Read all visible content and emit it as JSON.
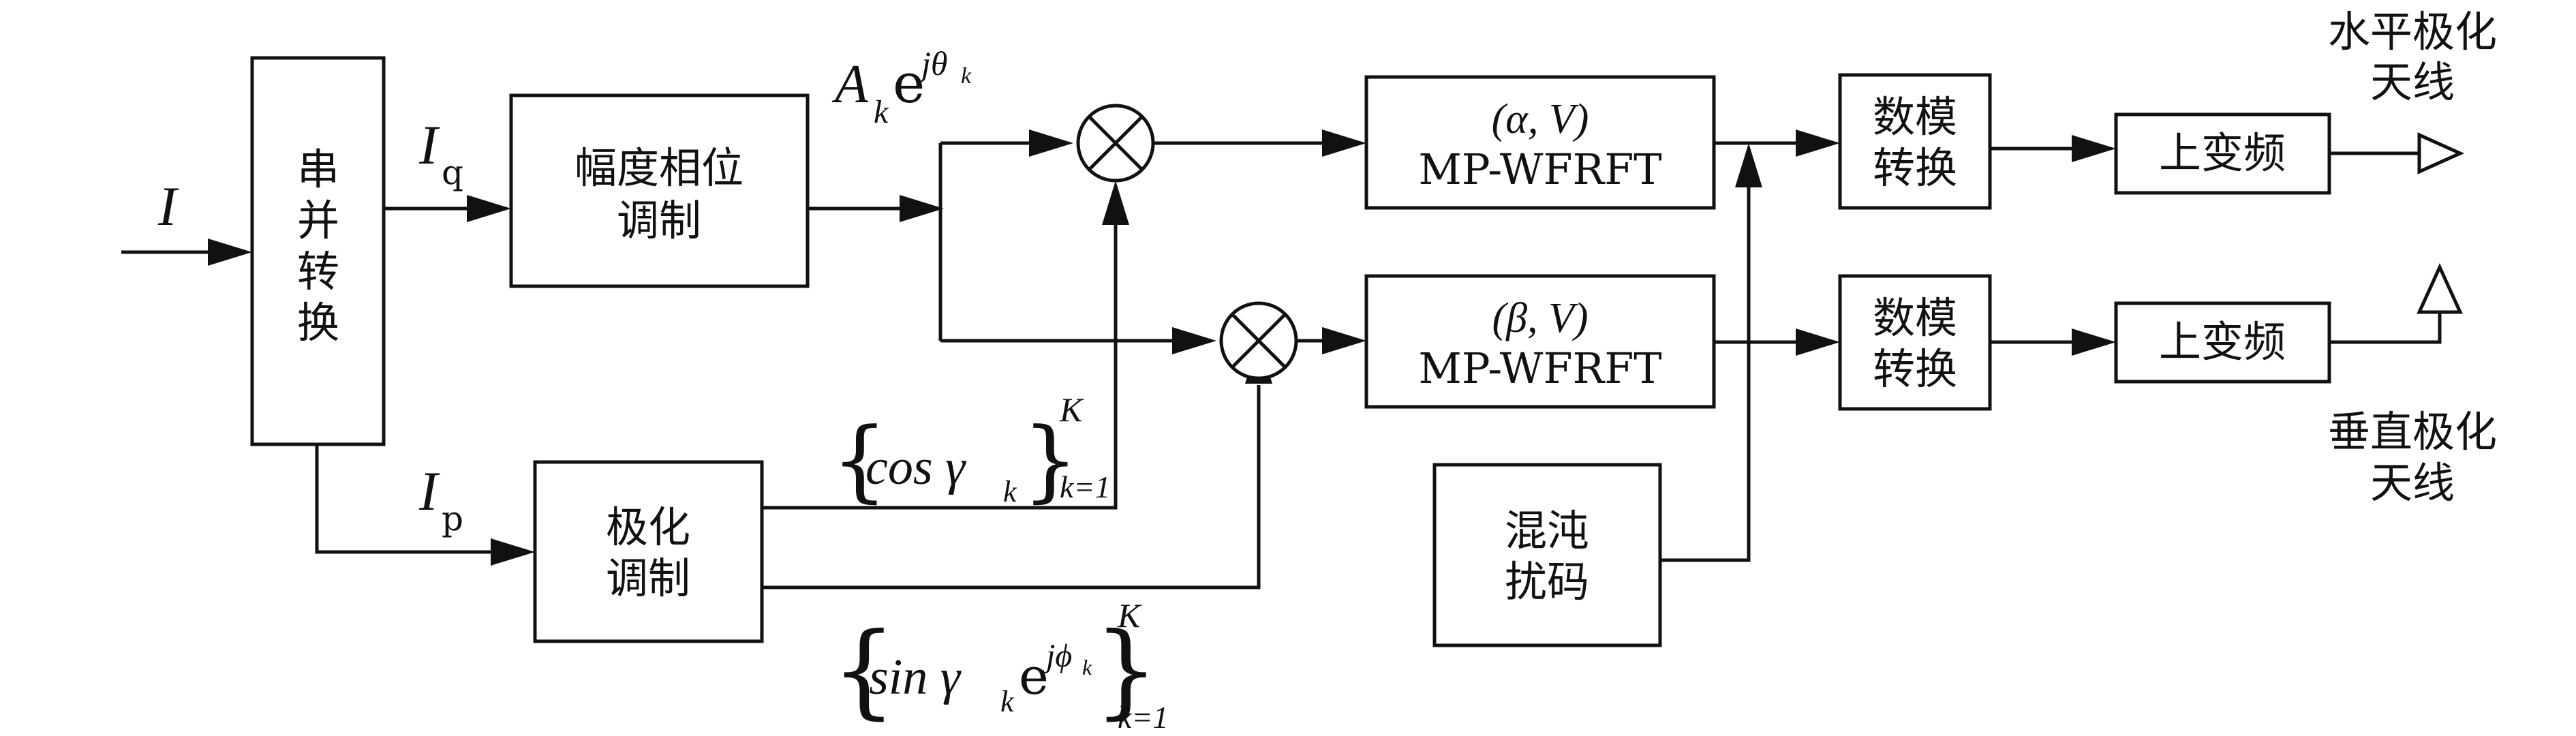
{
  "input_label": "I",
  "iq_label": {
    "main": "I",
    "sub": "q"
  },
  "ip_label": {
    "main": "I",
    "sub": "p"
  },
  "amp_expr": {
    "base": "A",
    "sub": "k",
    "e": "e",
    "sup": "jθ",
    "sup_sub": "k"
  },
  "cos_expr": {
    "text": "cos γ",
    "sub": "k",
    "upper": "K",
    "lower": "k=1"
  },
  "sin_expr": {
    "text": "sin γ",
    "sub": "k",
    "e": "e",
    "sup": "jϕ",
    "sup_sub": "k",
    "upper": "K",
    "lower": "k=1"
  },
  "blocks": {
    "serial_parallel": [
      "串",
      "并",
      "转",
      "换"
    ],
    "amp_phase_mod": [
      "幅度相位",
      "调制"
    ],
    "polar_mod": [
      "极化",
      "调制"
    ],
    "wfrft_top": [
      "(α, V)",
      "MP-WFRFT"
    ],
    "wfrft_bottom": [
      "(β, V)",
      "MP-WFRFT"
    ],
    "chaos": [
      "混沌",
      "扰码"
    ],
    "dac_top": [
      "数模",
      "转换"
    ],
    "dac_bottom": [
      "数模",
      "转换"
    ],
    "upconv_top": "上变频",
    "upconv_bottom": "上变频"
  },
  "antenna_top_label": [
    "水平极化",
    "天线"
  ],
  "antenna_bottom_label": [
    "垂直极化",
    "天线"
  ]
}
